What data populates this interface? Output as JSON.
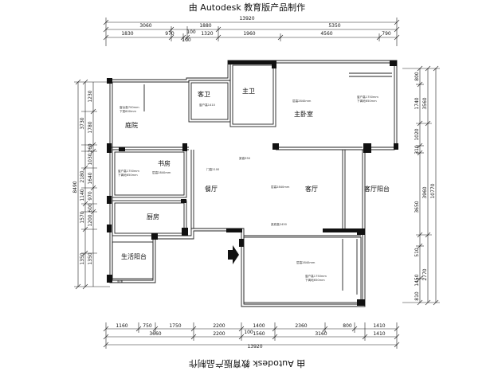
{
  "watermark": "由 Autodesk 教育版产品制作",
  "dims": {
    "top_total": "13920",
    "top_row2": [
      "3060",
      "1880",
      "5350"
    ],
    "top_row3": [
      "1830",
      "970",
      "100",
      "1320",
      "1960",
      "4560",
      "790"
    ],
    "top_small": "100",
    "bottom_row1": [
      "1160",
      "750",
      "1750",
      "2200",
      "1400",
      "2360",
      "800",
      "1410"
    ],
    "bottom_row2": [
      "3660",
      "2200",
      "1560",
      "3160",
      "1410"
    ],
    "bottom_small": "100",
    "bottom_total": "13920",
    "left_outer": "8490",
    "left_mid": [
      "3730",
      "2180",
      "1140",
      "1570",
      "1350"
    ],
    "left_inner": [
      "1230",
      "1780",
      "260",
      "1030",
      "1640",
      "970",
      "600",
      "1200",
      "1350"
    ],
    "right_inner": [
      "800",
      "1740",
      "1020",
      "310",
      "3650",
      "510",
      "1450",
      "810"
    ],
    "right_mid": [
      "3560",
      "3960",
      "2770"
    ],
    "right_outer": "10770"
  },
  "rooms": {
    "garden": "庭院",
    "guest_bath": "客卫",
    "master_bath": "主卫",
    "master_bedroom": "主卧室",
    "study": "书房",
    "dining": "餐厅",
    "living": "客厅",
    "living_balcony": "客厅阳台",
    "kitchen": "厨房",
    "service_balcony": "生活阳台"
  },
  "notes": {
    "garden_h": "窗台高700mm",
    "garden_w": "下宽800mm",
    "guestbath_h": "窗户高1410",
    "master_win": "窗户高1750mm",
    "master_sill": "下离地650mm",
    "master_floor": "层高2840mm",
    "study_win": "窗户高1750mm",
    "study_sill": "下离地650mm",
    "study_floor": "层高2840mm",
    "door_2100": "门高2100",
    "beam_350": "梁高350",
    "living_floor": "层高2840mm",
    "bed2_floor": "层高2840mm",
    "bed2_win": "窗户高1750mm",
    "bed2_sill": "下离地650mm",
    "beam_2450": "梁底高2450",
    "pipe": "管道"
  }
}
